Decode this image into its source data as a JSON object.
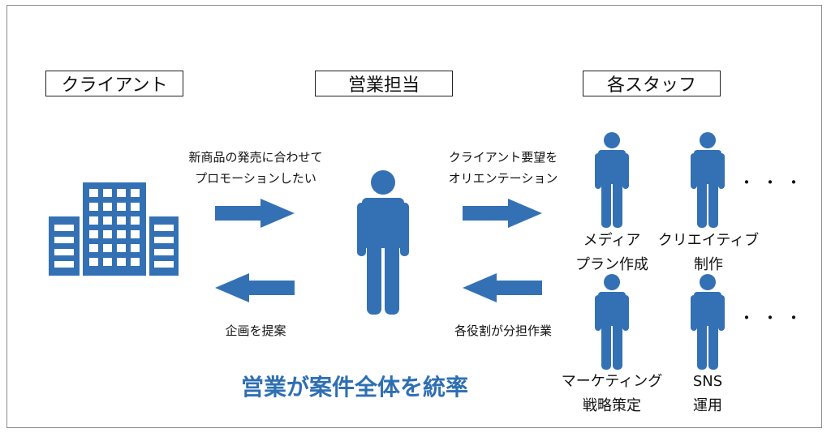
{
  "headers": {
    "client": "クライアント",
    "sales": "営業担当",
    "staff": "各スタッフ"
  },
  "messages": {
    "client_to_sales": "新商品の発売に合わせて\nプロモーションしたい",
    "sales_to_client": "企画を提案",
    "sales_to_staff": "クライアント要望を\nオリエンテーション",
    "staff_to_sales": "各役割が分担作業"
  },
  "staff": [
    {
      "label": "メディア\nプラン作成"
    },
    {
      "label": "クリエイティブ\n制作"
    },
    {
      "label": "マーケティング\n戦略策定"
    },
    {
      "label": "SNS\n運用"
    }
  ],
  "ellipsis": "・・・",
  "title": "営業が案件全体を統率",
  "colors": {
    "accent": "#2e6fb3",
    "figure": "#3471b4"
  },
  "icons": {
    "client": "office-building-icon",
    "sales": "person-icon",
    "staff": "person-icon"
  }
}
